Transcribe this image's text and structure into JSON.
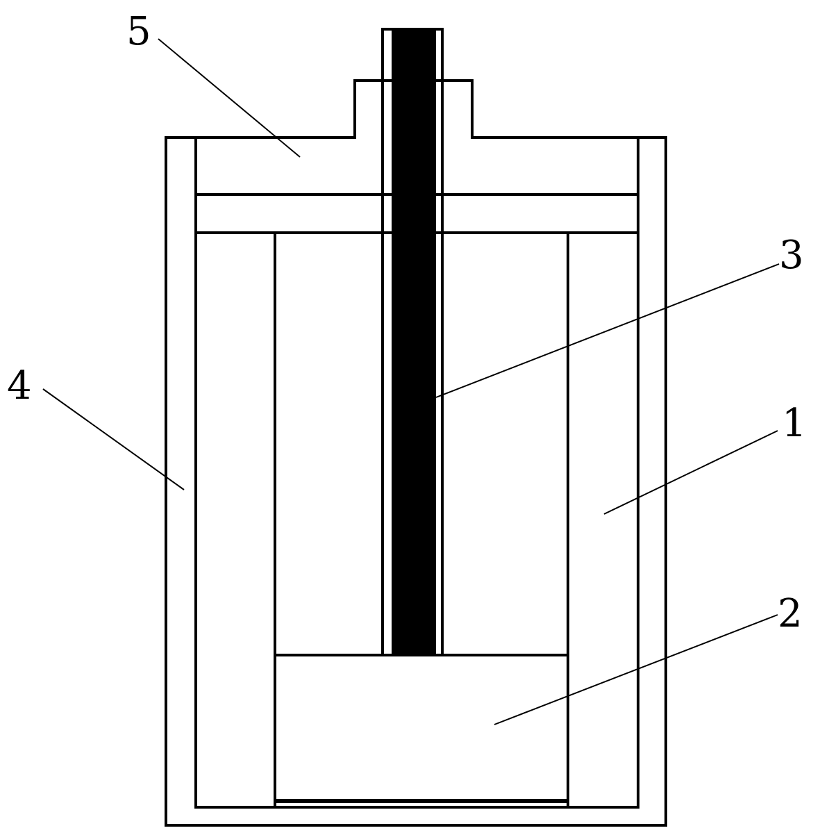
{
  "labels": {
    "one": "1",
    "two": "2",
    "three": "3",
    "four": "4",
    "five": "5"
  },
  "colors": {
    "line": "#000000",
    "background": "#ffffff",
    "powder_fill": "#8c8c8c"
  }
}
